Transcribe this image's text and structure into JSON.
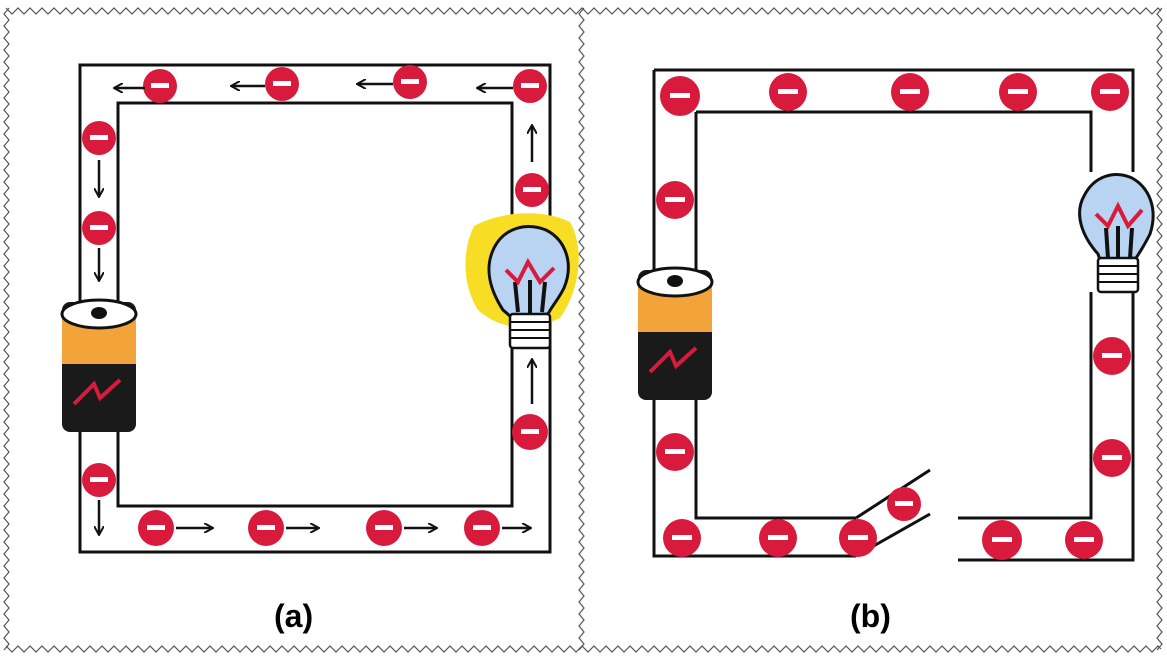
{
  "panels": [
    {
      "label": "(a)",
      "state": "closed circuit",
      "bulb_lit": true,
      "electron_flow_arrows": true
    },
    {
      "label": "(b)",
      "state": "open circuit",
      "bulb_lit": false,
      "electron_flow_arrows": false
    }
  ],
  "electron_symbol": "−",
  "colors": {
    "electron": "#d81b3c",
    "wire": "#111111",
    "battery_top": "#f2a43a",
    "battery_body": "#1a1a1a",
    "bulb_glass": "#b9d3f2",
    "bulb_glow": "#f7dd24",
    "filament": "#d81b3c",
    "frame": "#555555"
  },
  "icons": [
    "battery-icon",
    "light-bulb-icon",
    "electron-icon",
    "arrow-icon",
    "switch-icon"
  ]
}
